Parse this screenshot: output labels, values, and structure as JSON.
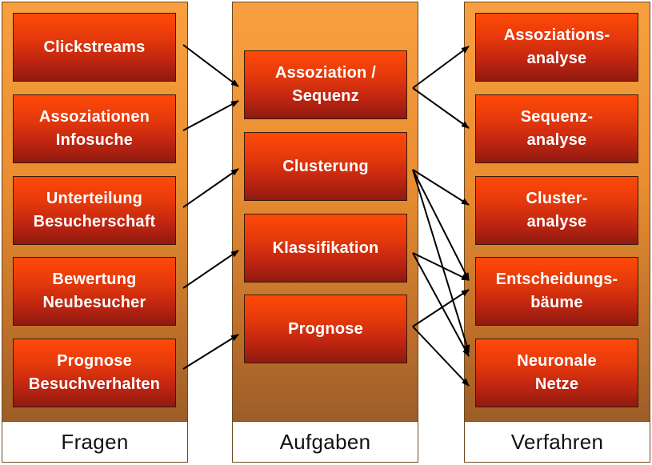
{
  "columns": {
    "fragen": {
      "title": "Fragen",
      "items": [
        "Clickstreams",
        "Assoziationen\nInfosuche",
        "Unterteilung\nBesucherschaft",
        "Bewertung\nNeubesucher",
        "Prognose\nBesuchverhalten"
      ]
    },
    "aufgaben": {
      "title": "Aufgaben",
      "items": [
        "Assoziation /\nSequenz",
        "Clusterung",
        "Klassifikation",
        "Prognose"
      ]
    },
    "verfahren": {
      "title": "Verfahren",
      "items": [
        "Assoziations-\nanalyse",
        "Sequenz-\nanalyse",
        "Cluster-\nanalyse",
        "Entscheidungs-\nbäume",
        "Neuronale\nNetze"
      ]
    }
  },
  "connections": {
    "fragen_to_aufgaben": [
      [
        0,
        0
      ],
      [
        1,
        0
      ],
      [
        2,
        1
      ],
      [
        3,
        2
      ],
      [
        4,
        3
      ]
    ],
    "aufgaben_to_verfahren": [
      [
        0,
        0
      ],
      [
        0,
        1
      ],
      [
        1,
        2
      ],
      [
        1,
        3
      ],
      [
        1,
        4
      ],
      [
        2,
        3
      ],
      [
        2,
        4
      ],
      [
        3,
        3
      ],
      [
        3,
        4
      ]
    ]
  },
  "colors": {
    "column_fill": "#f8a041",
    "box_fill": "#e63a0c",
    "arrow": "#000000"
  }
}
